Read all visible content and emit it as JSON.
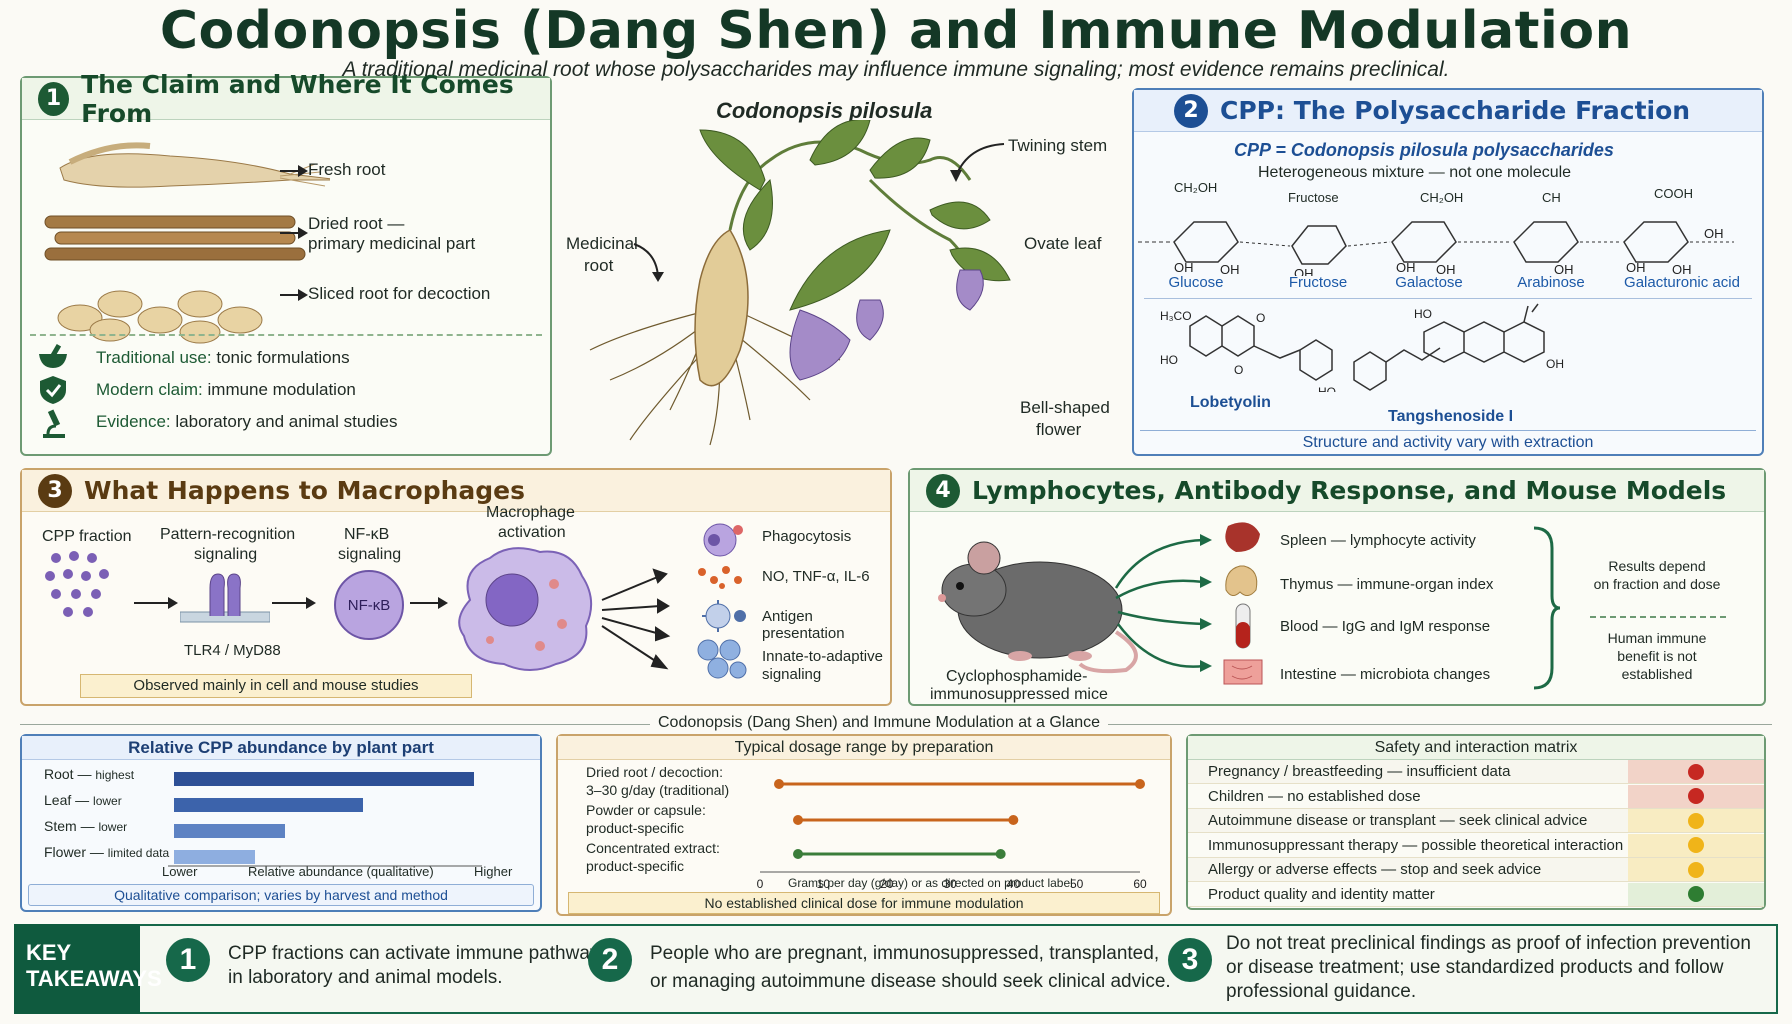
{
  "title": "Codonopsis (Dang Shen) and Immune Modulation",
  "subtitle": "A traditional medicinal root whose polysaccharides may influence immune signaling; most evidence remains preclinical.",
  "panel1": {
    "num": "1",
    "title": "The Claim and Where It Comes From",
    "roots": [
      "Fresh root",
      "Dried root —",
      "primary medicinal part",
      "Sliced root for decoction"
    ],
    "items": [
      {
        "key": "Traditional use:",
        "val": "tonic formulations"
      },
      {
        "key": "Modern claim:",
        "val": "immune modulation"
      },
      {
        "key": "Evidence:",
        "val": "laboratory and animal studies"
      }
    ]
  },
  "plant": {
    "species": "Codonopsis pilosula",
    "labels": {
      "stem": "Twining stem",
      "root1": "Medicinal",
      "root2": "root",
      "leaf": "Ovate leaf",
      "flower1": "Bell-shaped",
      "flower2": "flower"
    }
  },
  "panel2": {
    "num": "2",
    "title": "CPP: The Polysaccharide Fraction",
    "def": "CPP = Codonopsis pilosula polysaccharides",
    "sub": "Heterogeneous mixture — not one molecule",
    "sugars": [
      "Glucose",
      "Fructose",
      "Galactose",
      "Arabinose",
      "Galacturonic acid"
    ],
    "sugar_tops": [
      "CH₂OH",
      "Fructose",
      "CH₂OH",
      "CH",
      "COOH"
    ],
    "compounds": [
      "Lobetyolin",
      "Tangshenoside I"
    ],
    "footer": "Structure and activity vary with extraction"
  },
  "panel3": {
    "num": "3",
    "title": "What Happens to Macrophages",
    "steps": [
      "CPP fraction",
      "Pattern-recognition",
      "signaling",
      "NF-κB",
      "signaling",
      "Macrophage",
      "activation"
    ],
    "receptor": "TLR4 / MyD88",
    "nfkb": "NF-κB",
    "outputs": [
      "Phagocytosis",
      "NO, TNF-α, IL-6",
      "Antigen presentation",
      "Innate-to-adaptive",
      "signaling"
    ],
    "footer": "Observed mainly in cell and mouse studies"
  },
  "panel4": {
    "num": "4",
    "title": "Lymphocytes, Antibody Response, and Mouse Models",
    "mouse1": "Cyclophosphamide-",
    "mouse2": "immunosuppressed mice",
    "organs": [
      "Spleen — lymphocyte activity",
      "Thymus — immune-organ index",
      "Blood — IgG and IgM response",
      "Intestine — microbiota changes"
    ],
    "result1": [
      "Results depend",
      "on fraction and dose"
    ],
    "result2": [
      "Human immune",
      "benefit is not",
      "established"
    ]
  },
  "glance": "Codonopsis (Dang Shen) and Immune Modulation at a Glance",
  "abundance": {
    "title": "Relative CPP abundance by plant part",
    "parts": [
      {
        "part": "Root",
        "level": "highest"
      },
      {
        "part": "Leaf",
        "level": "lower"
      },
      {
        "part": "Stem",
        "level": "lower"
      },
      {
        "part": "Flower",
        "level": "limited data"
      }
    ],
    "axis_low": "Lower",
    "axis_mid": "Relative abundance (qualitative)",
    "axis_high": "Higher",
    "footer": "Qualitative comparison; varies by harvest and method"
  },
  "dosage": {
    "title": "Typical dosage range by preparation",
    "rows": [
      {
        "a": "Dried root / decoction:",
        "b": "3–30 g/day (traditional)"
      },
      {
        "a": "Powder or capsule:",
        "b": "product-specific"
      },
      {
        "a": "Concentrated extract:",
        "b": "product-specific"
      }
    ],
    "ticks": [
      "0",
      "10",
      "20",
      "30",
      "40",
      "50",
      "60"
    ],
    "axis_label": "Grams per day (g/day) or as directed on product label",
    "footer": "No established clinical dose for immune modulation"
  },
  "safety": {
    "title": "Safety and interaction matrix",
    "rows": [
      "Pregnancy / breastfeeding — insufficient data",
      "Children — no established dose",
      "Autoimmune disease or transplant — seek clinical advice",
      "Immunosuppressant therapy — possible theoretical interaction",
      "Allergy or adverse effects — stop and seek advice",
      "Product quality and identity matter"
    ],
    "colors": [
      "#c62822",
      "#c62822",
      "#f0b419",
      "#f0b419",
      "#f0b419",
      "#2e7d32"
    ]
  },
  "takeaways": {
    "label1": "KEY",
    "label2": "TAKEAWAYS",
    "items": [
      {
        "n": "1",
        "l1": "CPP fractions can activate immune pathways",
        "l2": "in laboratory and animal models.",
        "l3": ""
      },
      {
        "n": "2",
        "l1": "People who are pregnant, immunosuppressed, transplanted,",
        "l2": "or managing autoimmune disease should seek clinical advice.",
        "l3": ""
      },
      {
        "n": "3",
        "l1": "Do not treat preclinical findings as proof of infection prevention",
        "l2": "or disease treatment; use standardized products and follow",
        "l3": "professional guidance."
      }
    ]
  },
  "chart_data": [
    {
      "type": "bar",
      "title": "Relative CPP abundance by plant part",
      "categories": [
        "Root",
        "Leaf",
        "Stem",
        "Flower"
      ],
      "values": [
        100,
        63,
        37,
        27
      ],
      "xlabel": "Relative abundance (qualitative)"
    },
    {
      "type": "range",
      "title": "Typical dosage range by preparation",
      "categories": [
        "Dried root / decoction",
        "Powder or capsule",
        "Concentrated extract"
      ],
      "ranges": [
        [
          3,
          60
        ],
        [
          6,
          40
        ],
        [
          6,
          38
        ]
      ],
      "xlabel": "Grams per day (g/day) or as directed on product label",
      "xlim": [
        0,
        60
      ]
    }
  ]
}
